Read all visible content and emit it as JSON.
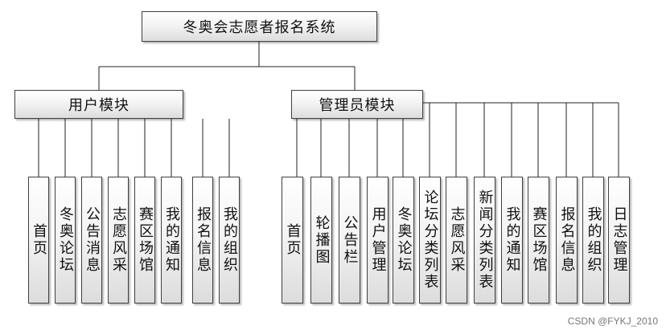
{
  "root": {
    "label": "冬奥会志愿者报名系统"
  },
  "user_module": {
    "label": "用户模块",
    "items": [
      "首页",
      "冬奥论坛",
      "公告消息",
      "志愿风采",
      "赛区场馆",
      "我的通知",
      "报名信息",
      "我的组织"
    ]
  },
  "admin_module": {
    "label": "管理员模块",
    "items": [
      "首页",
      "轮播图",
      "公告栏",
      "用户管理",
      "冬奥论坛",
      "论坛分类列表",
      "志愿风采",
      "新闻分类列表",
      "我的通知",
      "赛区场馆",
      "报名信息",
      "我的组织",
      "日志管理"
    ]
  },
  "credit": "CSDN @FYKJ_2010"
}
